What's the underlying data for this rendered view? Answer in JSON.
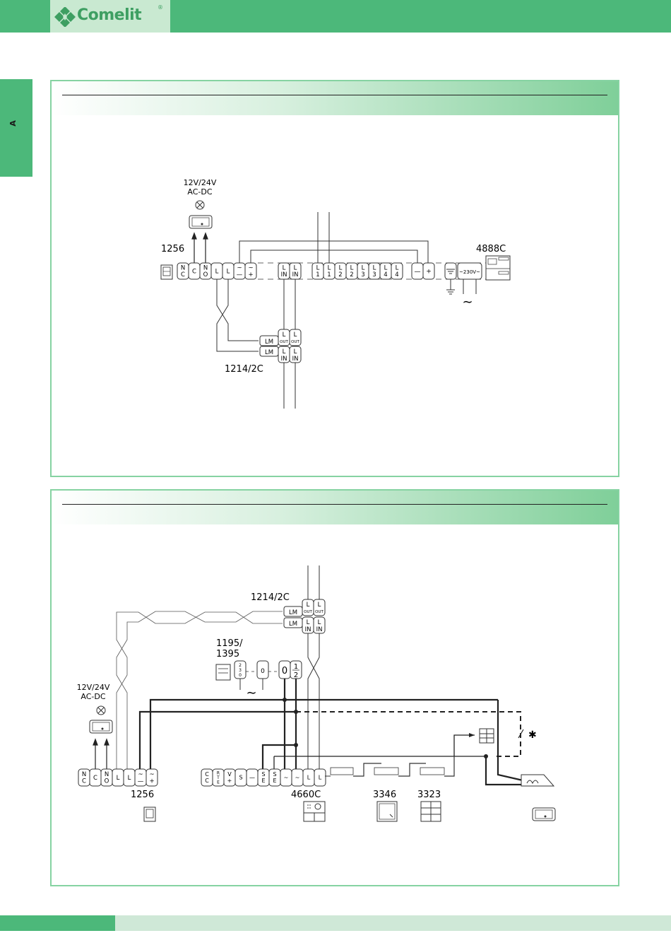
{
  "header": {
    "brand": "Comelit",
    "registered": "®",
    "side_tab": "A"
  },
  "top_diagram": {
    "lamp_label_1": "12V/24V",
    "lamp_label_2": "AC-DC",
    "relay_code": "1256",
    "dist_code": "1214/2C",
    "supply_code": "4888C",
    "mains_label": "~230V~",
    "relay_terminals": [
      [
        "N",
        "C"
      ],
      [
        "C"
      ],
      [
        "N",
        "O"
      ],
      [
        "L"
      ],
      [
        "L"
      ],
      [
        "~",
        "—"
      ],
      [
        "~",
        "+"
      ]
    ],
    "line_in_terminals": [
      [
        "L",
        "IN"
      ],
      [
        "L",
        "IN"
      ]
    ],
    "line_terminals": [
      [
        "L",
        "1"
      ],
      [
        "L",
        "1"
      ],
      [
        "L",
        "2"
      ],
      [
        "L",
        "2"
      ],
      [
        "L",
        "3"
      ],
      [
        "L",
        "3"
      ],
      [
        "L",
        "4"
      ],
      [
        "L",
        "4"
      ]
    ],
    "supply_terminals": [
      [
        "—"
      ],
      [
        "+"
      ]
    ],
    "lm_label": "LM",
    "out_label": "OUT",
    "in_label": "IN",
    "l_label": "L",
    "tilde": "∼"
  },
  "bottom_diagram": {
    "dist_code": "1214/2C",
    "psu_code_1": "1195/",
    "psu_code_2": "1395",
    "lamp_label_1": "12V/24V",
    "lamp_label_2": "AC-DC",
    "relay_code": "1256",
    "panel_code": "4660C",
    "module_1": "3346",
    "module_2": "3323",
    "star": "✱",
    "psu_terminals": [
      [
        "2",
        "3",
        "0"
      ],
      [
        "0"
      ],
      [
        "0"
      ],
      [
        "1",
        "2"
      ]
    ],
    "relay_terminals": [
      [
        "N",
        "C"
      ],
      [
        "C"
      ],
      [
        "N",
        "O"
      ],
      [
        "L"
      ],
      [
        "L"
      ],
      [
        "~",
        "—"
      ],
      [
        "~",
        "+"
      ]
    ],
    "panel_terminals": [
      [
        "C",
        "C"
      ],
      [
        "R",
        "T",
        "E"
      ],
      [
        "V",
        "+"
      ],
      [
        "S"
      ],
      [
        "—"
      ],
      [
        "S",
        "E"
      ],
      [
        "S",
        "E"
      ],
      [
        "~"
      ],
      [
        "~"
      ],
      [
        "L"
      ],
      [
        "L"
      ]
    ],
    "lm_label": "LM",
    "out_label": "OUT",
    "in_label": "IN",
    "l_label": "L",
    "tilde": "∼"
  }
}
